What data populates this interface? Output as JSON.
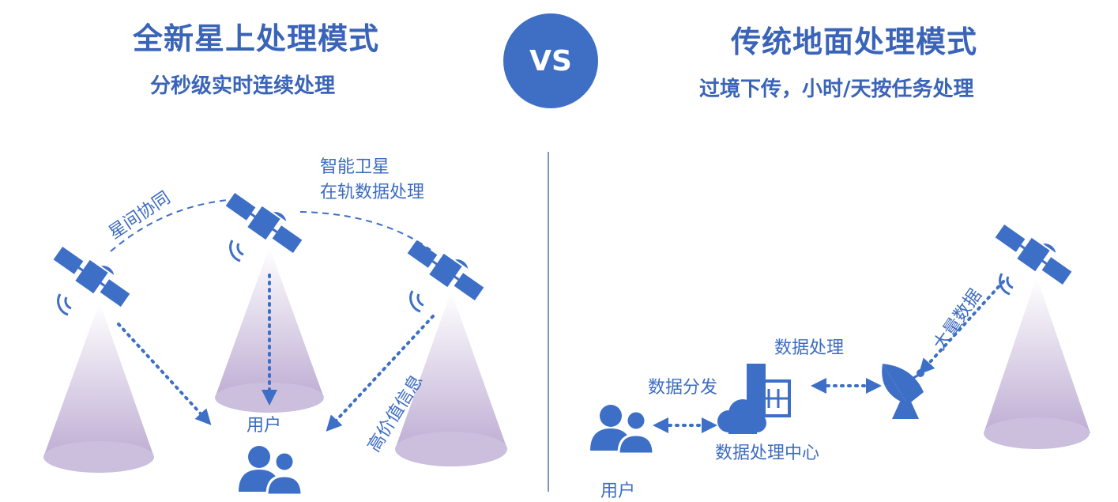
{
  "left": {
    "title": "全新星上处理模式",
    "subtitle": "分秒级实时连续处理",
    "labels": {
      "intersat": "星间协同",
      "smart_line1": "智能卫星",
      "smart_line2": "在轨数据处理",
      "highvalue": "高价值信息",
      "user": "用户"
    }
  },
  "vs": "VS",
  "right": {
    "title": "传统地面处理模式",
    "subtitle": "过境下传，小时/天按任务处理",
    "labels": {
      "bigdata": "大量数据",
      "processing": "数据处理",
      "distribution": "数据分发",
      "center": "数据处理中心",
      "user": "用户"
    }
  },
  "colors": {
    "primary": "#3a64b8",
    "satellite": "#3e6fc6",
    "cone": "#b9a9cf",
    "divider": "#7f93bf"
  },
  "icons": [
    "satellite-icon",
    "user-group-icon",
    "cloud-icon",
    "building-icon",
    "dish-antenna-icon",
    "signal-icon"
  ]
}
